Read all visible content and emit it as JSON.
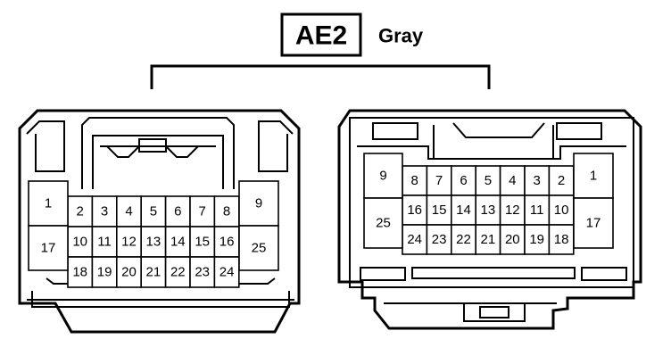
{
  "connector": {
    "code": "AE2",
    "color": "Gray"
  },
  "left_view": {
    "side_pins": [
      "1",
      "17",
      "9",
      "25"
    ],
    "rows": [
      [
        "2",
        "3",
        "4",
        "5",
        "6",
        "7",
        "8"
      ],
      [
        "10",
        "11",
        "12",
        "13",
        "14",
        "15",
        "16"
      ],
      [
        "18",
        "19",
        "20",
        "21",
        "22",
        "23",
        "24"
      ]
    ]
  },
  "right_view": {
    "side_pins": [
      "9",
      "25",
      "1",
      "17"
    ],
    "rows": [
      [
        "8",
        "7",
        "6",
        "5",
        "4",
        "3",
        "2"
      ],
      [
        "16",
        "15",
        "14",
        "13",
        "12",
        "11",
        "10"
      ],
      [
        "24",
        "23",
        "22",
        "21",
        "20",
        "19",
        "18"
      ]
    ]
  }
}
